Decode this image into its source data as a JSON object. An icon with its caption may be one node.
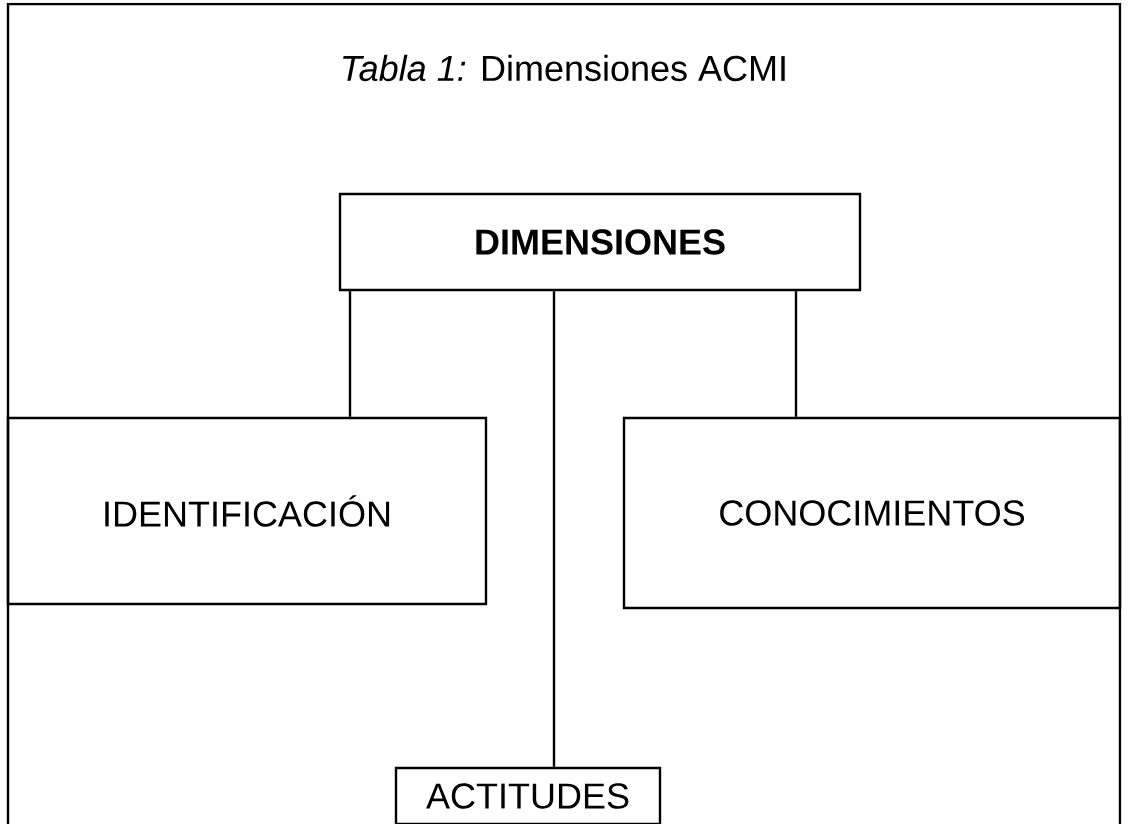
{
  "diagram": {
    "title": "*Tabla 1:* Dimensiones ACMI",
    "nodes": [
      {
        "text": [
          "**DIMENSIONES**"
        ]
      },
      {
        "text": [
          "IDENTIFICACIÓN"
        ]
      },
      {
        "text": [
          "CONOCIMIENTOS"
        ]
      },
      {
        "text": [
          "ACTITUDES"
        ]
      }
    ],
    "edges": [
      {
        "from": 0,
        "to": 1,
        "arrow": "none"
      },
      {
        "from": 0,
        "to": 3,
        "arrow": "none"
      },
      {
        "from": 0,
        "to": 2,
        "arrow": "none"
      }
    ]
  }
}
